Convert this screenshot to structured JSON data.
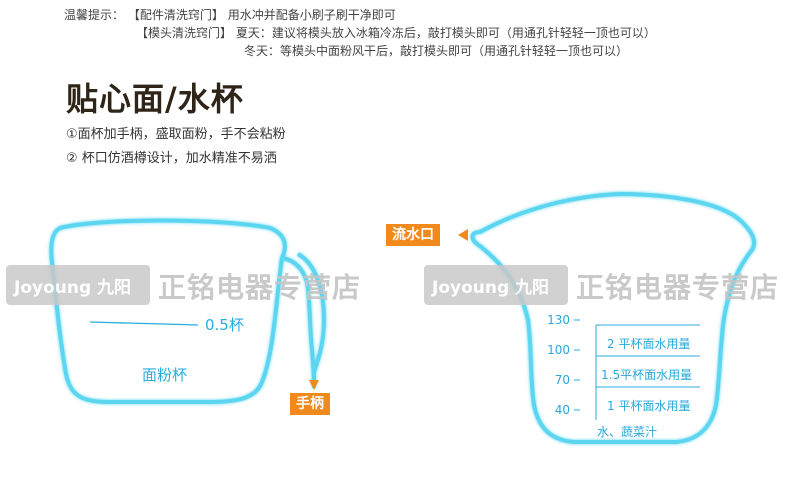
{
  "tips": {
    "prefix": "温馨提示：",
    "row1_key": "【配件清洗窍门】",
    "row1_text": "用水冲并配备小刷子刷干净即可",
    "row2_key": "【模头清洗窍门】",
    "row2_text": "夏天：建议将模头放入冰箱冷冻后，敲打模头即可（用通孔针轻轻一顶也可以）",
    "row3_text": "冬天：等模头中面粉风干后，敲打模头即可（用通孔针轻轻一顶也可以）"
  },
  "heading": "贴心面/水杯",
  "features": [
    "①面杯加手柄，盛取面粉，手不会粘粉",
    "② 杯口仿酒樽设计，加水精准不易洒"
  ],
  "watermark": {
    "logo_text": "Joyoung 九阳",
    "store_text": "正铭电器专营店"
  },
  "flour_cup": {
    "mark_label": "0.5杯",
    "cup_label": "面粉杯",
    "handle_tag": "手柄"
  },
  "water_cup": {
    "spout_tag": "流水口",
    "scale_values": [
      "130",
      "100",
      "70",
      "40"
    ],
    "scale_labels": [
      "2  平杯面水用量",
      "1.5平杯面水用量",
      "1  平杯面水用量"
    ],
    "bottom_label": "水、蔬菜汁"
  },
  "colors": {
    "outline": "#5cd6f0",
    "scale": "#2aa8d8",
    "tag": "#f08a1c",
    "watermark": "#c4c4c4"
  }
}
